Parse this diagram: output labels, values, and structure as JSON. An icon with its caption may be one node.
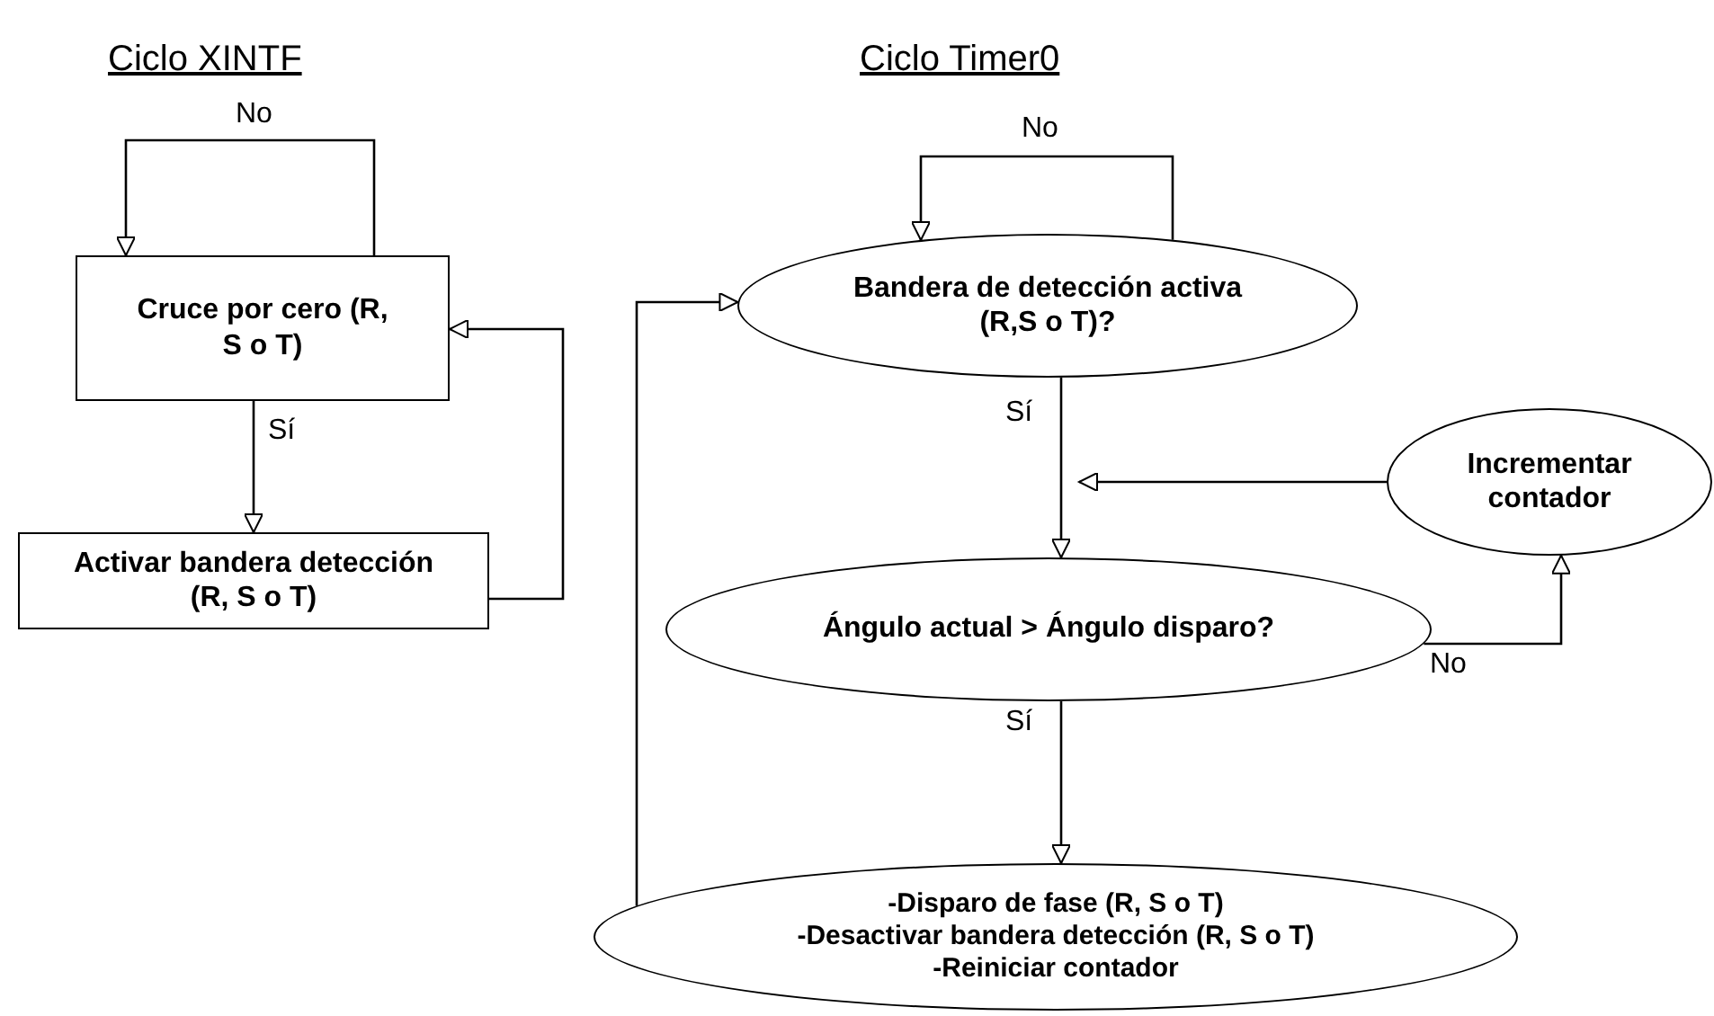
{
  "diagram": {
    "nodes": [
      {
        "text": [
          "Cruce por cero (R, S o T)"
        ]
      },
      {
        "text": [
          "Activar bandera detección (R, S o T)"
        ]
      },
      {
        "text": [
          "Bandera de detección activa (R,S o T)?"
        ]
      },
      {
        "text": [
          "Incrementar contador"
        ]
      },
      {
        "text": [
          "Ángulo actual > Ángulo disparo?"
        ]
      },
      {
        "text": [
          "-Disparo de fase (R, S o T)",
          "-Desactivar bandera detección (R, S o T)",
          "-Reiniciar contador"
        ]
      }
    ],
    "edges": [
      {
        "from": 0,
        "to": 0,
        "arrow": "to",
        "label": "No"
      },
      {
        "from": 0,
        "to": 1,
        "arrow": "to",
        "label": "Sí"
      },
      {
        "from": 1,
        "to": 0,
        "arrow": "to"
      },
      {
        "from": 2,
        "to": 2,
        "arrow": "to",
        "label": "No"
      },
      {
        "from": 2,
        "to": 4,
        "arrow": "to",
        "label": "Sí"
      },
      {
        "from": 3,
        "to": 4,
        "arrow": "to"
      },
      {
        "from": 4,
        "to": 3,
        "arrow": "to",
        "label": "No"
      },
      {
        "from": 4,
        "to": 5,
        "arrow": "to",
        "label": "Sí"
      },
      {
        "from": 5,
        "to": 2,
        "arrow": "to"
      }
    ],
    "labels": [
      "Ciclo XINTF",
      "Ciclo Timer0"
    ]
  }
}
